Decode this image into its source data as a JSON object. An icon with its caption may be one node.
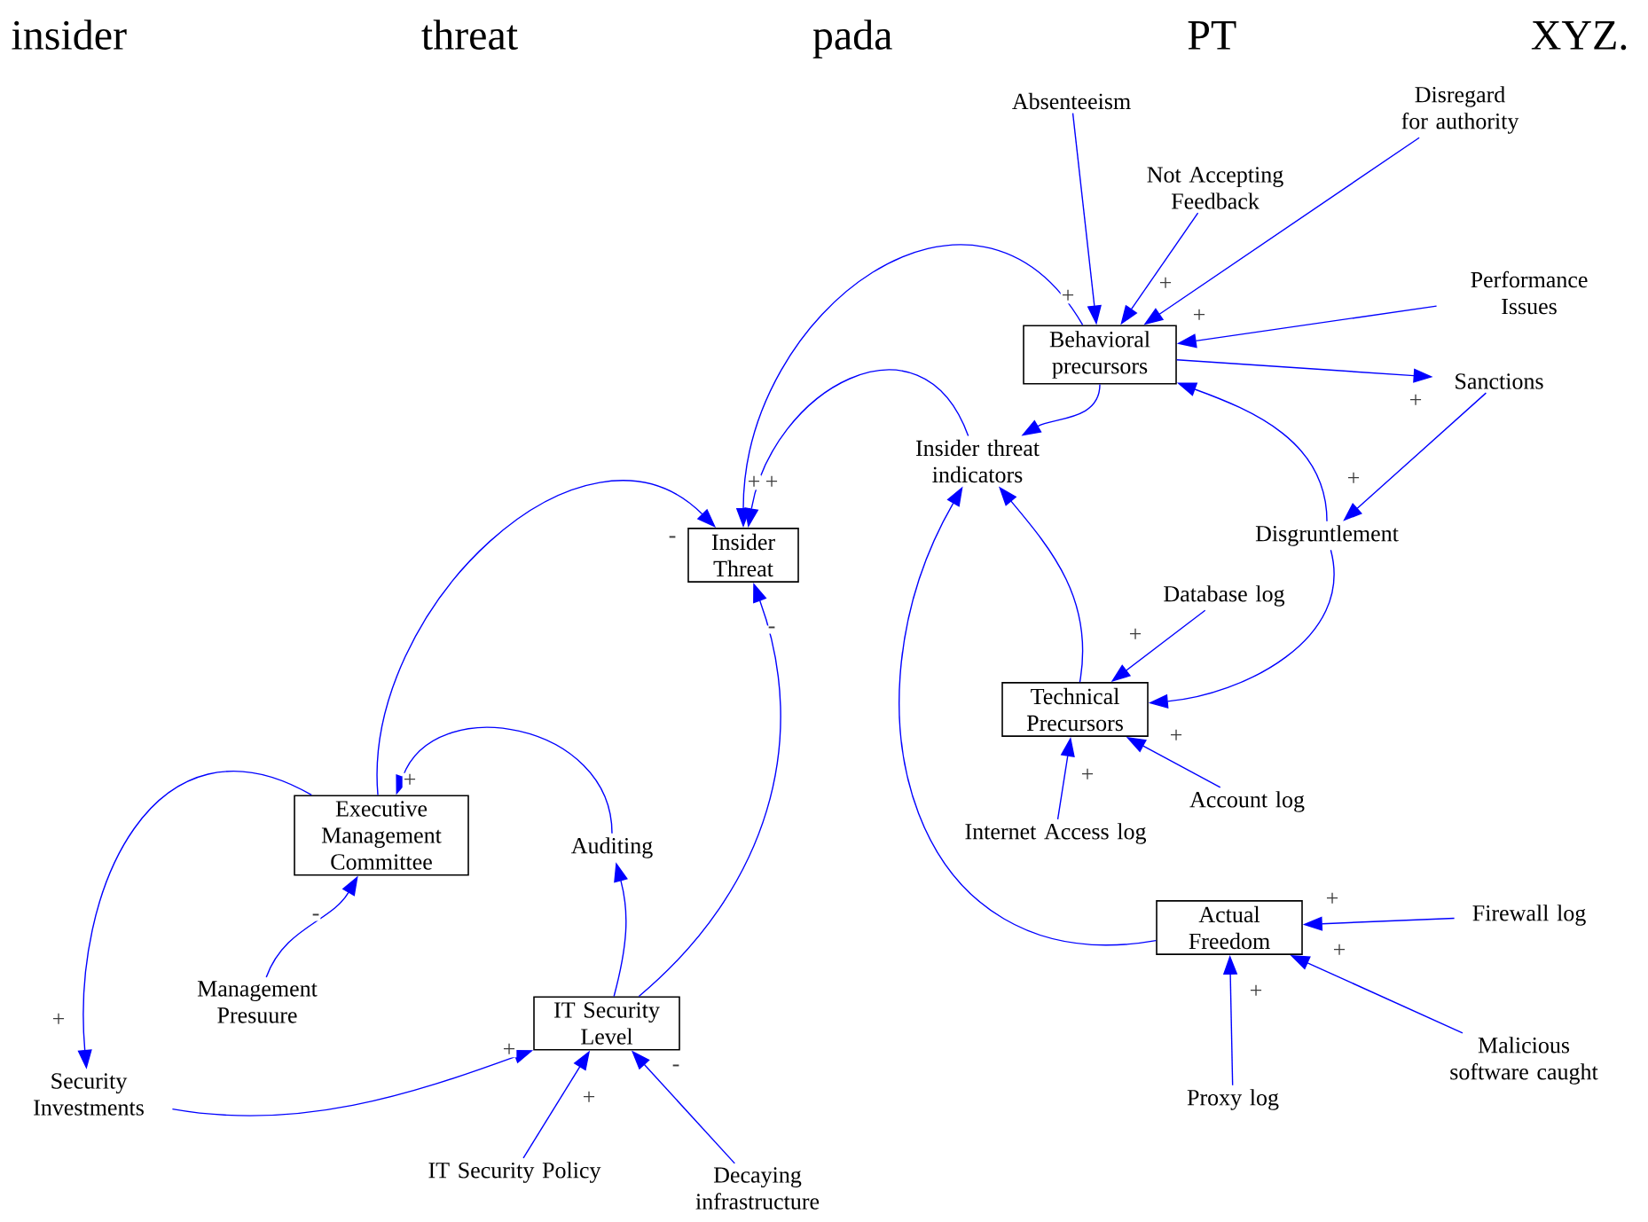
{
  "diagram": {
    "title": "insider threat pada PT XYZ.",
    "nodes": [
      {
        "text": [
          "Behavioral precursors"
        ]
      },
      {
        "text": [
          "Absenteeism"
        ]
      },
      {
        "text": [
          "Not Accepting Feedback"
        ]
      },
      {
        "text": [
          "Disregard for authority"
        ]
      },
      {
        "text": [
          "Performance Issues"
        ]
      },
      {
        "text": [
          "Sanctions"
        ]
      },
      {
        "text": [
          "Insider threat indicators"
        ]
      },
      {
        "text": [
          "Insider Threat"
        ]
      },
      {
        "text": [
          "Disgruntlement"
        ]
      },
      {
        "text": [
          "Database log"
        ]
      },
      {
        "text": [
          "Technical Precursors"
        ]
      },
      {
        "text": [
          "Internet Access log"
        ]
      },
      {
        "text": [
          "Account log"
        ]
      },
      {
        "text": [
          "Executive Management Committee"
        ]
      },
      {
        "text": [
          "Auditing"
        ]
      },
      {
        "text": [
          "Management Presuure"
        ]
      },
      {
        "text": [
          "IT Security Level"
        ]
      },
      {
        "text": [
          "Security Investments"
        ]
      },
      {
        "text": [
          "IT Security Policy"
        ]
      },
      {
        "text": [
          "Decaying infrastructure"
        ]
      },
      {
        "text": [
          "Actual Freedom"
        ]
      },
      {
        "text": [
          "Firewall log"
        ]
      },
      {
        "text": [
          "Malicious software caught"
        ]
      },
      {
        "text": [
          "Proxy log"
        ]
      }
    ],
    "edges": [
      {
        "from": 1,
        "to": 0,
        "arrow": "to",
        "label": "+"
      },
      {
        "from": 2,
        "to": 0,
        "arrow": "to",
        "label": "+"
      },
      {
        "from": 3,
        "to": 0,
        "arrow": "to",
        "label": "+"
      },
      {
        "from": 4,
        "to": 0,
        "arrow": "to"
      },
      {
        "from": 0,
        "to": 5,
        "arrow": "to",
        "label": "+"
      },
      {
        "from": 5,
        "to": 8,
        "arrow": "to",
        "label": "+"
      },
      {
        "from": 8,
        "to": 0,
        "arrow": "to"
      },
      {
        "from": 0,
        "to": 6,
        "arrow": "to"
      },
      {
        "from": 0,
        "to": 7,
        "arrow": "to",
        "label": "+"
      },
      {
        "from": 6,
        "to": 7,
        "arrow": "to",
        "label": "+"
      },
      {
        "from": 8,
        "to": 10,
        "arrow": "to"
      },
      {
        "from": 9,
        "to": 10,
        "arrow": "to",
        "label": "+"
      },
      {
        "from": 11,
        "to": 10,
        "arrow": "to",
        "label": "+"
      },
      {
        "from": 12,
        "to": 10,
        "arrow": "to",
        "label": "+"
      },
      {
        "from": 10,
        "to": 6,
        "arrow": "to"
      },
      {
        "from": 20,
        "to": 6,
        "arrow": "to"
      },
      {
        "from": 21,
        "to": 20,
        "arrow": "to",
        "label": "+"
      },
      {
        "from": 22,
        "to": 20,
        "arrow": "to",
        "label": "+"
      },
      {
        "from": 23,
        "to": 20,
        "arrow": "to",
        "label": "+"
      },
      {
        "from": 13,
        "to": 7,
        "arrow": "to",
        "label": "-"
      },
      {
        "from": 13,
        "to": 17,
        "arrow": "to",
        "label": "+"
      },
      {
        "from": 14,
        "to": 13,
        "arrow": "to",
        "label": "+"
      },
      {
        "from": 15,
        "to": 13,
        "arrow": "to",
        "label": "-"
      },
      {
        "from": 16,
        "to": 14,
        "arrow": "to"
      },
      {
        "from": 16,
        "to": 7,
        "arrow": "to",
        "label": "-"
      },
      {
        "from": 17,
        "to": 16,
        "arrow": "to",
        "label": "+"
      },
      {
        "from": 18,
        "to": 16,
        "arrow": "to",
        "label": "+"
      },
      {
        "from": 19,
        "to": 16,
        "arrow": "to",
        "label": "-"
      }
    ]
  }
}
